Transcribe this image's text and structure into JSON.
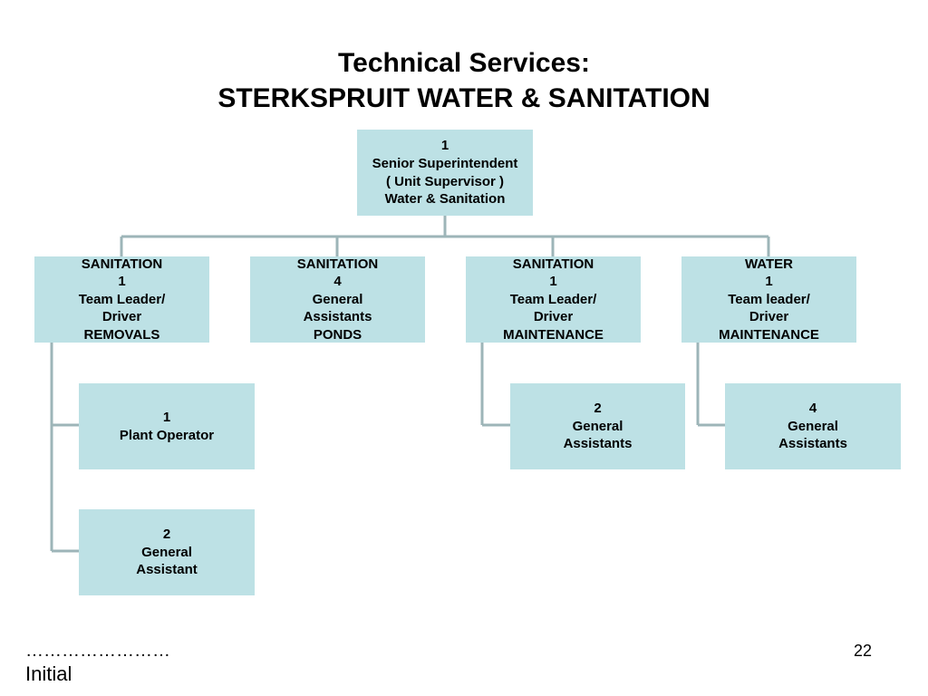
{
  "slide": {
    "title_line1": "Technical Services:",
    "title_line2": "STERKSPRUIT WATER & SANITATION",
    "footer_dots": "……………………",
    "footer_initial": "Initial",
    "page_number": "22"
  },
  "org_chart": {
    "box_color": "#bde1e5",
    "connector_color": "#9db5b8",
    "root": {
      "lines": [
        "1",
        "Senior Superintendent",
        "( Unit Supervisor )",
        "Water & Sanitation"
      ]
    },
    "units": [
      {
        "lines": [
          "SANITATION",
          "1",
          "Team Leader/",
          "Driver",
          "REMOVALS"
        ]
      },
      {
        "lines": [
          "SANITATION",
          "4",
          "General",
          "Assistants",
          "PONDS"
        ]
      },
      {
        "lines": [
          "SANITATION",
          "1",
          "Team Leader/",
          "Driver",
          "MAINTENANCE"
        ]
      },
      {
        "lines": [
          "WATER",
          "1",
          "Team leader/",
          "Driver",
          "MAINTENANCE"
        ]
      }
    ],
    "subordinates": {
      "removals": [
        {
          "lines": [
            "1",
            "Plant Operator"
          ]
        },
        {
          "lines": [
            "2",
            "General",
            "Assistant"
          ]
        }
      ],
      "sanitation_maintenance": [
        {
          "lines": [
            "2",
            "General",
            "Assistants"
          ]
        }
      ],
      "water_maintenance": [
        {
          "lines": [
            "4",
            "General",
            "Assistants"
          ]
        }
      ]
    }
  }
}
